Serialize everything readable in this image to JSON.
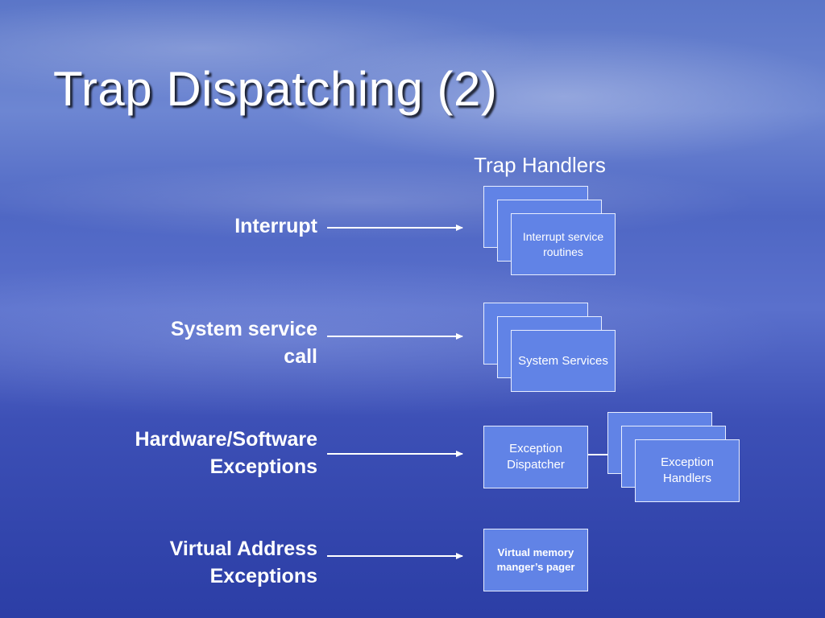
{
  "title": "Trap Dispatching (2)",
  "handlers_heading": "Trap Handlers",
  "sources": {
    "interrupt": "Interrupt",
    "system_service_call": "System service call",
    "hw_sw_exceptions": "Hardware/Software Exceptions",
    "virtual_address_exceptions": "Virtual Address Exceptions"
  },
  "handlers": {
    "interrupt_service_routines": "Interrupt service routines",
    "system_services": "System Services",
    "exception_dispatcher": "Exception Dispatcher",
    "exception_handlers": "Exception Handlers",
    "vm_manager_pager": "Virtual memory manger’s pager"
  },
  "colors": {
    "box_fill": "#6183e6",
    "box_border": "#e8eeff",
    "text": "#ffffff"
  }
}
